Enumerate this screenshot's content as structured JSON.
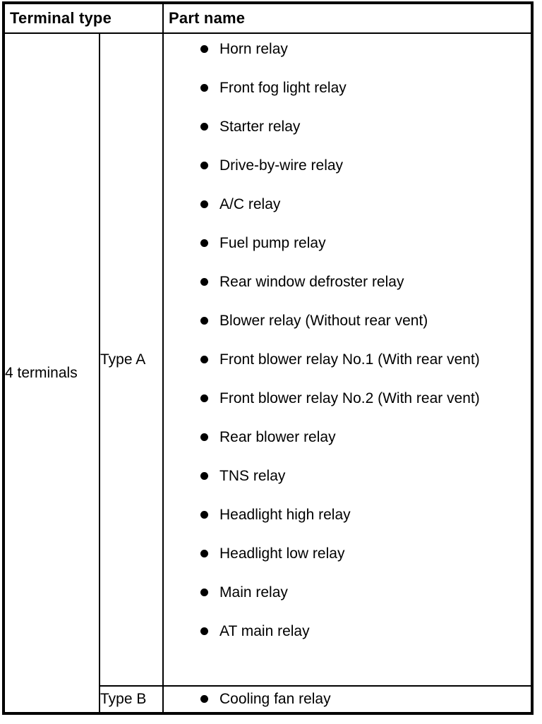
{
  "table": {
    "headers": {
      "terminal_type": "Terminal type",
      "part_name": "Part name"
    },
    "terminal_group": "4 terminals",
    "rows": [
      {
        "type": "Type A",
        "parts": [
          "Horn relay",
          "Front fog light relay",
          "Starter relay",
          "Drive-by-wire relay",
          "A/C relay",
          "Fuel pump relay",
          "Rear window defroster relay",
          "Blower relay (Without rear vent)",
          "Front blower relay No.1 (With rear vent)",
          "Front blower relay No.2 (With rear vent)",
          "Rear blower relay",
          "TNS relay",
          "Headlight high relay",
          "Headlight low relay",
          "Main relay",
          "AT main relay"
        ]
      },
      {
        "type": "Type B",
        "parts": [
          "Cooling fan relay"
        ]
      }
    ],
    "colors": {
      "border": "#000000",
      "background": "#ffffff",
      "text": "#000000"
    }
  }
}
